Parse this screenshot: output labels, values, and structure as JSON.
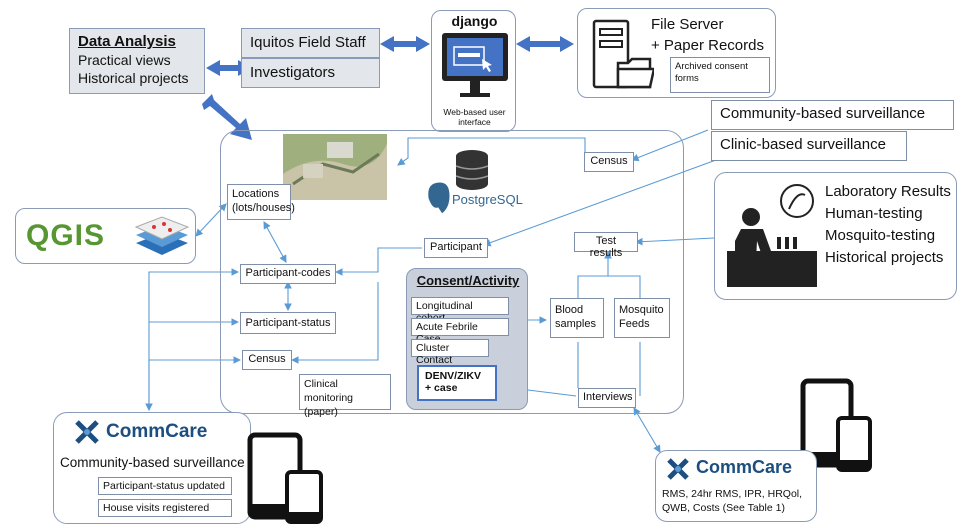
{
  "data_analysis": {
    "title": "Data Analysis",
    "line1": "Practical views",
    "line2": "Historical projects"
  },
  "field_staff": "Iquitos Field Staff",
  "investigators": "Investigators",
  "django": {
    "logo": "django",
    "caption": "Web-based user interface"
  },
  "file_server": {
    "line1": "File Server",
    "line2": "+ Paper Records",
    "archived": "Archived consent forms"
  },
  "community_surveillance": "Community-based surveillance",
  "clinic_surveillance": "Clinic-based surveillance",
  "lab": {
    "l1": "Laboratory Results",
    "l2": "Human-testing",
    "l3": "Mosquito-testing",
    "l4": "Historical projects"
  },
  "postgres": "PostgreSQL",
  "qgis": "QGIS",
  "nodes": {
    "census_top": "Census",
    "locations": "Locations (lots/houses)",
    "participant": "Participant",
    "test_results": "Test results",
    "participant_codes": "Participant-codes",
    "participant_status": "Participant-status",
    "census_bottom": "Census",
    "blood_samples": "Blood samples",
    "mosquito_feeds": "Mosquito Feeds",
    "clinical_monitoring": "Clinical monitoring (paper)",
    "interviews": "Interviews"
  },
  "consent": {
    "title": "Consent/Activity",
    "items": [
      "Longitudinal cohort",
      "Acute Febrile Case",
      "Cluster Contact"
    ],
    "denv": "DENV/ZIKV + case"
  },
  "commcare_left": {
    "logo": "CommCare",
    "title": "Community-based surveillance",
    "items": [
      "Participant-status updated",
      "House visits registered"
    ]
  },
  "commcare_right": {
    "logo": "CommCare",
    "text": "RMS, 24hr RMS, IPR, HRQol, QWB, Costs (See Table 1)"
  },
  "colors": {
    "arrow": "#4472c4",
    "line": "#5b9bd5",
    "border": "#8a9bb8",
    "consent_bg": "#c9d0dc",
    "grey_box": "#e3e6ea"
  }
}
